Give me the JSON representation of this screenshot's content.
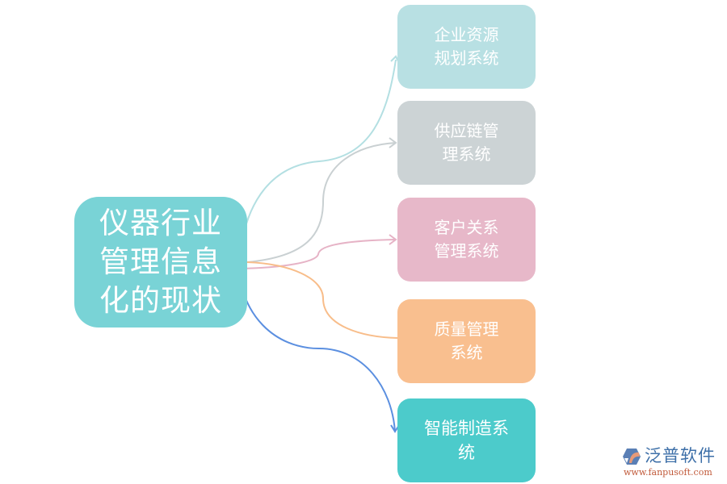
{
  "diagram": {
    "type": "mind-map",
    "root": {
      "lines": [
        "仪器行业",
        "管理信息",
        "化的现状"
      ],
      "color": "#79d3d6"
    },
    "branches": [
      {
        "lines": [
          "企业资源",
          "规划系统"
        ],
        "color": "#b8e0e3",
        "connector_color": "#b3dfe2"
      },
      {
        "lines": [
          "供应链管",
          "理系统"
        ],
        "color": "#ccd3d5",
        "connector_color": "#c9d0d2"
      },
      {
        "lines": [
          "客户关系",
          "管理系统"
        ],
        "color": "#e7b8c9",
        "connector_color": "#e6b3c6"
      },
      {
        "lines": [
          "质量管理",
          "系统"
        ],
        "color": "#f9bf8f",
        "connector_color": "#f8bd8a"
      },
      {
        "lines": [
          "智能制造系",
          "统"
        ],
        "color": "#4ccbcb",
        "connector_color": "#5b8fe0"
      }
    ]
  },
  "watermark": {
    "brand": "泛普软件",
    "url": "www.fanpusoft.com",
    "icon": "fanpu-logo-icon"
  }
}
